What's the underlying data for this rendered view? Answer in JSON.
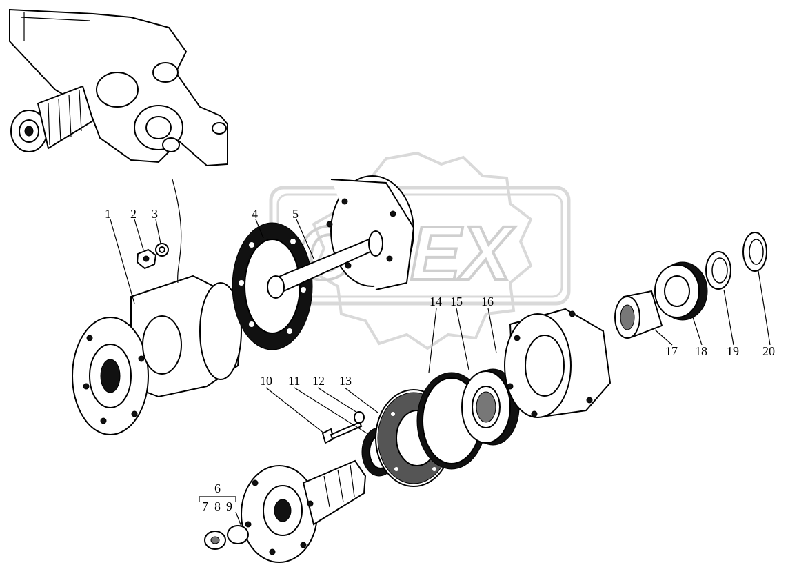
{
  "watermark": "OREX",
  "labels": {
    "p1": "1",
    "p2": "2",
    "p3": "3",
    "p4": "4",
    "p5": "5",
    "p6": "6",
    "p7": "7",
    "p8": "8",
    "p9": "9",
    "p10": "10",
    "p11": "11",
    "p12": "12",
    "p13": "13",
    "p14": "14",
    "p15": "15",
    "p16": "16",
    "p17": "17",
    "p18": "18",
    "p19": "19",
    "p20": "20"
  }
}
